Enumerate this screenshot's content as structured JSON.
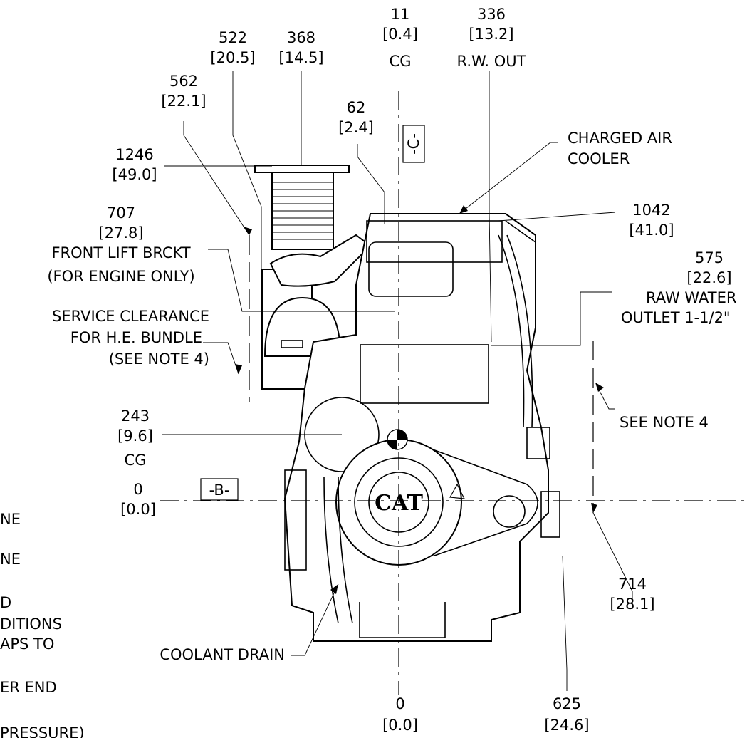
{
  "dimensions": {
    "d562": {
      "v": "562",
      "b": "[22.1]"
    },
    "d522": {
      "v": "522",
      "b": "[20.5]"
    },
    "d368": {
      "v": "368",
      "b": "[14.5]"
    },
    "d11": {
      "v": "11",
      "b": "[0.4]",
      "l": "CG"
    },
    "d336": {
      "v": "336",
      "b": "[13.2]",
      "l": "R.W. OUT"
    },
    "d62": {
      "v": "62",
      "b": "[2.4]"
    },
    "d1246": {
      "v": "1246",
      "b": "[49.0]"
    },
    "d707": {
      "v": "707",
      "b": "[27.8]",
      "l1": "FRONT LIFT BRCKT",
      "l2": "(FOR ENGINE ONLY)"
    },
    "d1042": {
      "v": "1042",
      "b": "[41.0]"
    },
    "d575": {
      "v": "575",
      "b": "[22.6]",
      "l1": "RAW WATER",
      "l2": "OUTLET 1-1/2\""
    },
    "d243": {
      "v": "243",
      "b": "[9.6]",
      "l": "CG"
    },
    "d0l": {
      "v": "0",
      "b": "[0.0]"
    },
    "d714": {
      "v": "714",
      "b": "[28.1]"
    },
    "d0b": {
      "v": "0",
      "b": "[0.0]"
    },
    "d625": {
      "v": "625",
      "b": "[24.6]"
    }
  },
  "labels": {
    "cac1": "CHARGED AIR",
    "cac2": "COOLER",
    "svc1": "SERVICE CLEARANCE",
    "svc2": "FOR H.E. BUNDLE",
    "svc3": "(SEE NOTE 4)",
    "note4": "SEE NOTE 4",
    "coolant": "COOLANT DRAIN",
    "datumB": "-B-",
    "datumC": "-C-",
    "logo": "CAT"
  },
  "notes_fragments": [
    "NE",
    "NE",
    "D",
    "DITIONS",
    "APS TO",
    "ER END",
    "PRESSURE)"
  ]
}
